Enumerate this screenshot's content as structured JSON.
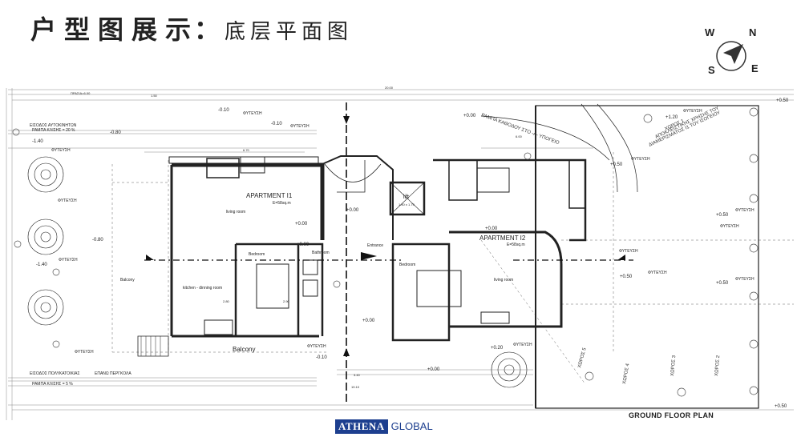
{
  "header": {
    "title": "户型图展示",
    "colon": "：",
    "subtitle": "底层平面图"
  },
  "compass": {
    "w": "W",
    "n": "N",
    "s": "S",
    "e": "E"
  },
  "plan": {
    "apartment1": {
      "name": "APARTMENT I1",
      "area": "E=58sq.m"
    },
    "apartment2": {
      "name": "APARTMENT I2",
      "area": "E=58sq.m"
    },
    "rooms": {
      "living1": "living room",
      "bedroom1": "Bedroom",
      "bathroom1": "Bathroom",
      "kitchen1": "kitchen - dinning room",
      "balcony_left": "Balcony",
      "balcony_bottom": "Balcony",
      "lift": "lift",
      "lift_dim": "1.40 x 1.70",
      "entrance": "Entrance",
      "bedroom2": "Bedroom",
      "living2": "living room"
    },
    "plant_label": "ΦΥΤΕΥΣΗ",
    "levels": [
      "-0.10",
      "-0.10",
      "-0.80",
      "-1.40",
      "-0.80",
      "-1.40",
      "+0.00",
      "+0.00",
      "+0.00",
      "+0.00",
      "+0.00",
      "+0.00",
      "+0.00",
      "+0.20",
      "+1.20",
      "+0.50",
      "+0.50",
      "+0.50",
      "+0.50",
      "+0.50",
      "+0.50",
      "-0.10"
    ],
    "notes": {
      "entry_cars": "ΕΙΣΟΔΟΣ ΑΥΤΟΚΙΝΗΤΩΝ",
      "ramp_top": "ΡΑΜΠΑ ΚΛΙΣΗΣ = 20 %",
      "entry_building": "ΕΙΣΟΔΟΣ ΠΟΛΥΚΑΤΟΙΚΙΑΣ",
      "pergola": "ΕΠΑΝΩ ΠΕΡΓΚΟΛΑ",
      "ramp_bottom": "ΡΑΜΠΑ ΚΛΙΣΗΣ = 5 %",
      "ramp_parking": "ΡΑΜΠΑ ΚΑΘΟΔΟΥ ΣΤΟ -Α- ΥΠΟΓΕΙΟ",
      "zone1a": "ΧΩΡΟΣ 1",
      "zone1b": "ΑΠΟΚΛΕΙΣΤΙΚΗΣ ΧΡΗΣΗΣ ΤΟΥ",
      "zone1c": "ΔΙΑΜΕΡΙΣΜΑΤΟΣ Ι1 ΤΟΥ ΙΣΟΓΕΙΟΥ",
      "zone2": "ΧΩΡΟΣ 2",
      "zone3": "ΧΩΡΟΣ 3",
      "zone4": "ΧΩΡΟΣ 4",
      "zone5": "ΧΩΡΟΣ 5"
    },
    "dims": {
      "top": "20.00",
      "top_left": "ΠΡΑΣΙΑ=6.00",
      "dim_150": "1.50",
      "dim_670": "6.70",
      "dim_600": "6.00",
      "dim_340": "3.40",
      "dim_1910": "19.10",
      "dim_280": "2.80",
      "dim_290": "2.90"
    }
  },
  "footer": {
    "plan_title": "GROUND FLOOR PLAN",
    "logo_box": "ATHENA",
    "logo_text": "GLOBAL"
  }
}
